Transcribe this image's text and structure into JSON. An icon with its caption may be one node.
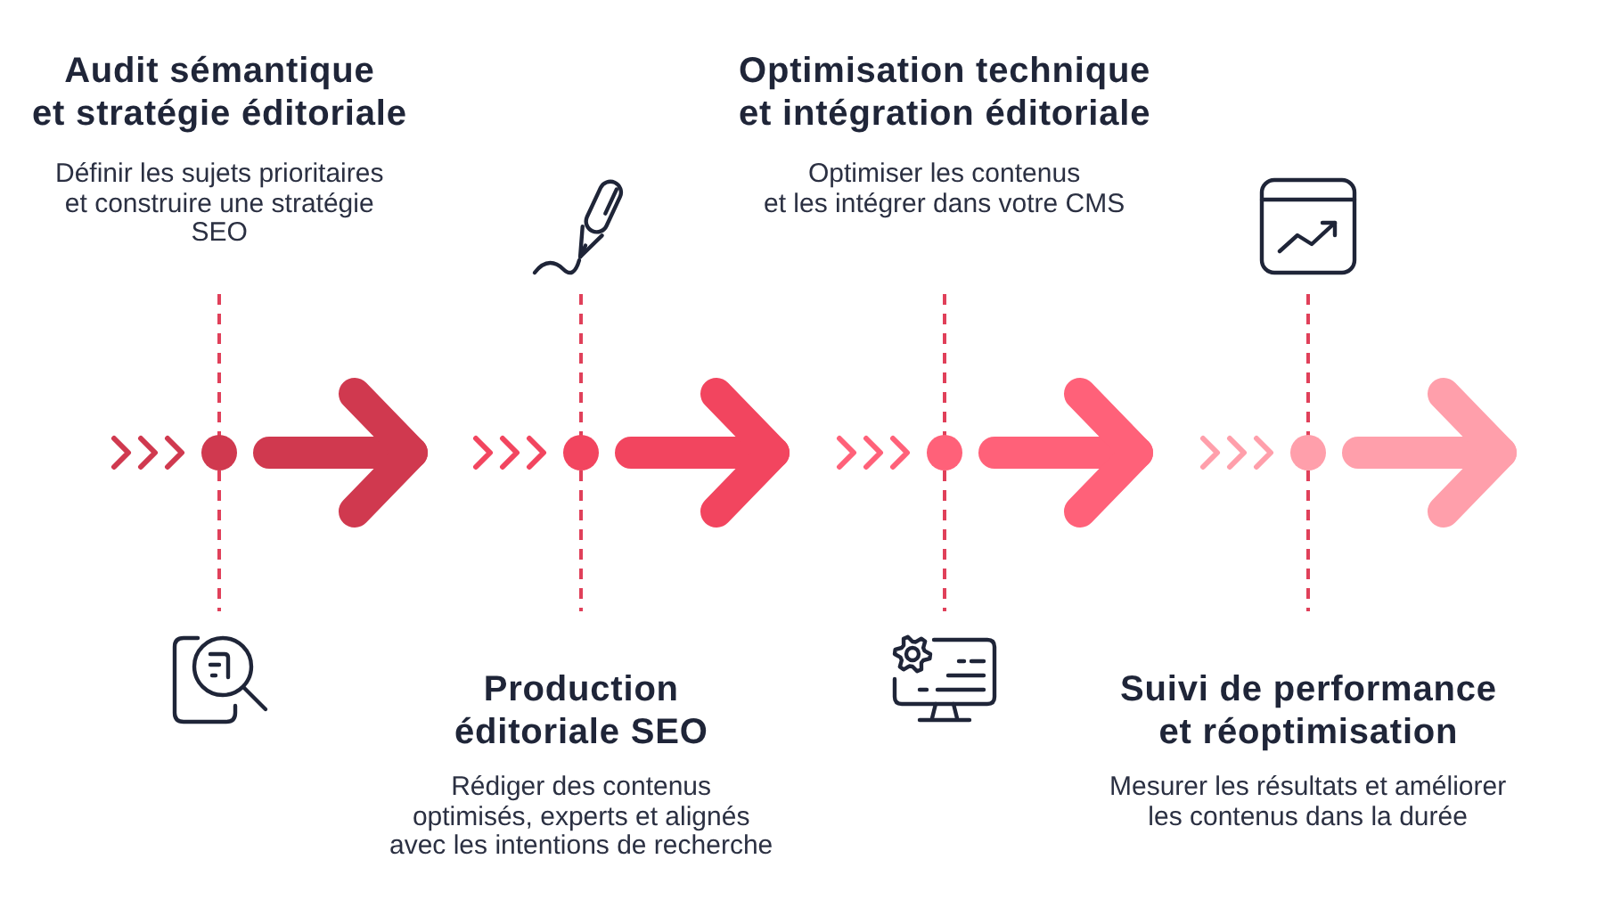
{
  "diagram": {
    "nodes": [
      {
        "text": [],
        "shape": "circle",
        "beside": [
          "Audit sémantique et stratégie éditoriale",
          "Définir les sujets prioritaires et construire une stratégie SEO"
        ]
      },
      {
        "text": [],
        "shape": "circle",
        "beside": [
          "Production éditoriale SEO",
          "Rédiger des contenus optimisés, experts et alignés avec les intentions de recherche"
        ]
      },
      {
        "text": [],
        "shape": "circle",
        "beside": [
          "Optimisation technique et intégration éditoriale",
          "Optimiser les contenus et les intégrer dans votre CMS"
        ]
      },
      {
        "text": [],
        "shape": "circle",
        "beside": [
          "Suivi de performance et réoptimisation",
          "Mesurer les résultats et améliorer les contenus dans la durée"
        ]
      }
    ],
    "edges": [
      {
        "from": 0,
        "to": 1,
        "arrow": "to",
        "color": "#d0394f"
      },
      {
        "from": 1,
        "to": 2,
        "arrow": "to",
        "color": "#f2455f"
      },
      {
        "from": 2,
        "to": 3,
        "arrow": "to",
        "color": "#ff6179"
      },
      {
        "from": 3,
        "to": null,
        "arrow": "to",
        "color": "#ff9fab"
      }
    ]
  }
}
